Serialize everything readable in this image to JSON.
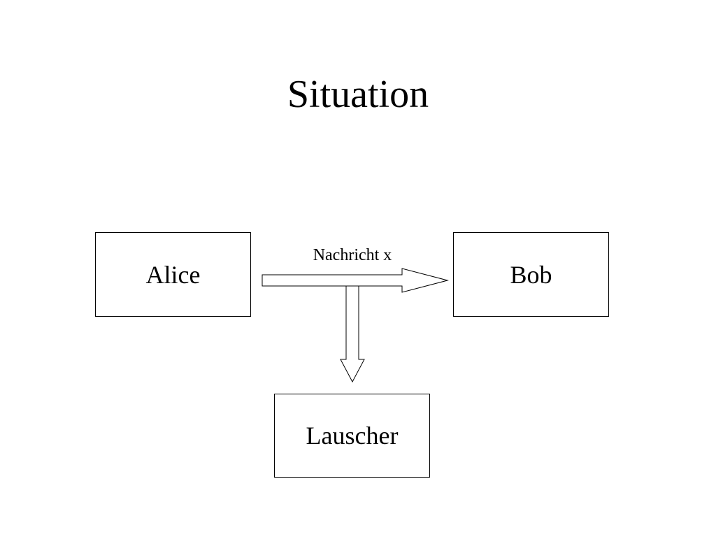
{
  "title": "Situation",
  "nodes": {
    "alice": "Alice",
    "bob": "Bob",
    "eavesdropper": "Lauscher"
  },
  "edges": {
    "message_label": "Nachricht x"
  },
  "colors": {
    "stroke": "#000000",
    "fill": "#ffffff"
  }
}
